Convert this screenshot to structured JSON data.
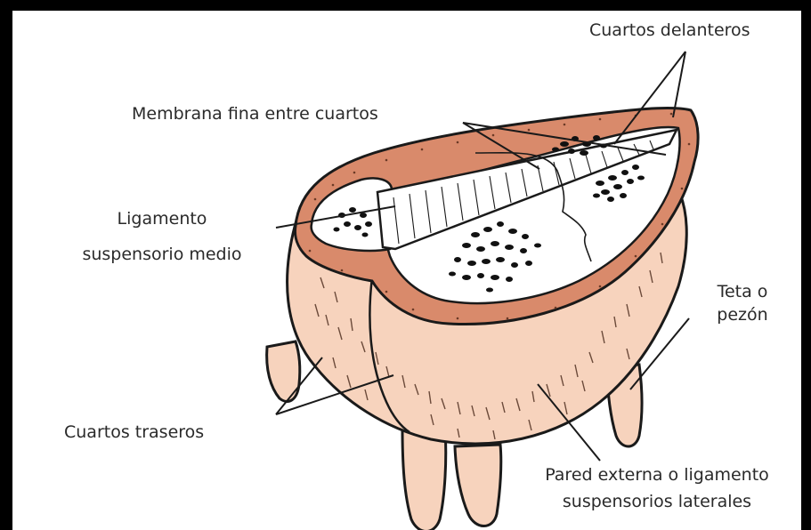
{
  "diagram": {
    "colors": {
      "skin": "#f7d3bd",
      "skin_stroke": "#1a1a1a",
      "wall": "#d98a6b",
      "tissue": "#ffffff",
      "dots": "#111111",
      "frame": "#000000"
    },
    "labels": {
      "front_quarters": "Cuartos delanteros",
      "membrane": "Membrana fina entre cuartos",
      "ligament_line1": "Ligamento",
      "ligament_line2": "suspensorio medio",
      "teat_line1": "Teta o",
      "teat_line2": "pezón",
      "rear_quarters": "Cuartos traseros",
      "outer_wall_line1": "Pared externa o ligamento",
      "outer_wall_line2": "suspensorios laterales"
    }
  }
}
